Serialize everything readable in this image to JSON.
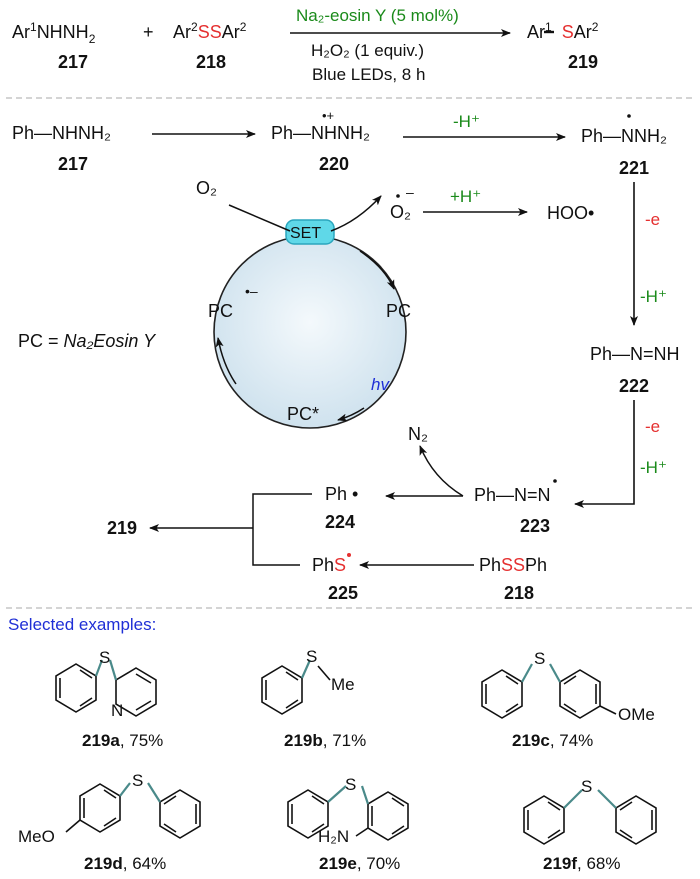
{
  "reaction": {
    "reactant1": {
      "pre": "Ar",
      "sup": "1",
      "post": "NHNH",
      "sub": "2"
    },
    "plus": "+",
    "reactant2": {
      "pre": "Ar",
      "sup1": "2",
      "ss": "SS",
      "mid": "Ar",
      "sup2": "2"
    },
    "catalyst": "Na₂-eosin Y (5 mol%)",
    "oxidant": "H₂O₂ (1 equiv.)",
    "light": "Blue LEDs, 8 h",
    "product": {
      "pre": "Ar",
      "sup1": "1",
      "s": "S",
      "post": "Ar",
      "sup2": "2"
    },
    "labels": {
      "r1": "217",
      "r2": "218",
      "p": "219"
    }
  },
  "mechanism": {
    "ph_nhnh2": "Ph—NHNH₂",
    "c217": "217",
    "radical_cation": "Ph—NHNH₂",
    "radical_cation_mark": "•+",
    "c220": "220",
    "minus_h": "-H⁺",
    "ph_nnh2": "Ph—NNH₂",
    "c221": "221",
    "o2": "O₂",
    "superoxide": "O₂",
    "superoxide_mark": "–",
    "set": "SET",
    "plus_h": "+H⁺",
    "hoo": "HOO•",
    "e1": "-e",
    "h1": "-H⁺",
    "pc_def_prefix": "PC = ",
    "pc_def_value": "Na₂Eosin Y",
    "pc_left": "PC",
    "pc_left_mark": "•–",
    "pc_right": "PC",
    "pc_star": "PC*",
    "hv": "hv",
    "diazene": "Ph—N=NH",
    "c222": "222",
    "e2": "-e",
    "h2": "-H⁺",
    "n2": "N₂",
    "ph_radical": "Ph •",
    "c224": "224",
    "diazenyl": "Ph—N=N",
    "c223": "223",
    "c219": "219",
    "phs_pre": "Ph",
    "phs_s": "S",
    "phs_dot": "•",
    "c225": "225",
    "phssph": {
      "a": "Ph",
      "ss": "SS",
      "b": "Ph"
    },
    "c218": "218"
  },
  "examples": {
    "heading": "Selected examples:",
    "items": [
      {
        "id": "219a",
        "yield": ", 75%",
        "atoms": [
          "S",
          "N"
        ]
      },
      {
        "id": "219b",
        "yield": ", 71%",
        "atoms": [
          "S",
          "Me"
        ]
      },
      {
        "id": "219c",
        "yield": ", 74%",
        "atoms": [
          "S",
          "OMe"
        ]
      },
      {
        "id": "219d",
        "yield": ", 64%",
        "atoms": [
          "S",
          "MeO"
        ]
      },
      {
        "id": "219e",
        "yield": ", 70%",
        "atoms": [
          "S",
          "H₂N"
        ]
      },
      {
        "id": "219f",
        "yield": ", 68%",
        "atoms": [
          "S"
        ]
      }
    ]
  },
  "colors": {
    "red": "#e53030",
    "green": "#1a8a1a",
    "blue": "#1f2fd6",
    "s_bond": "#4a8a8a",
    "set_fill": "#5fd8e8",
    "cycle_fill": "#dcebf4",
    "divider": "#bbbbbb"
  }
}
